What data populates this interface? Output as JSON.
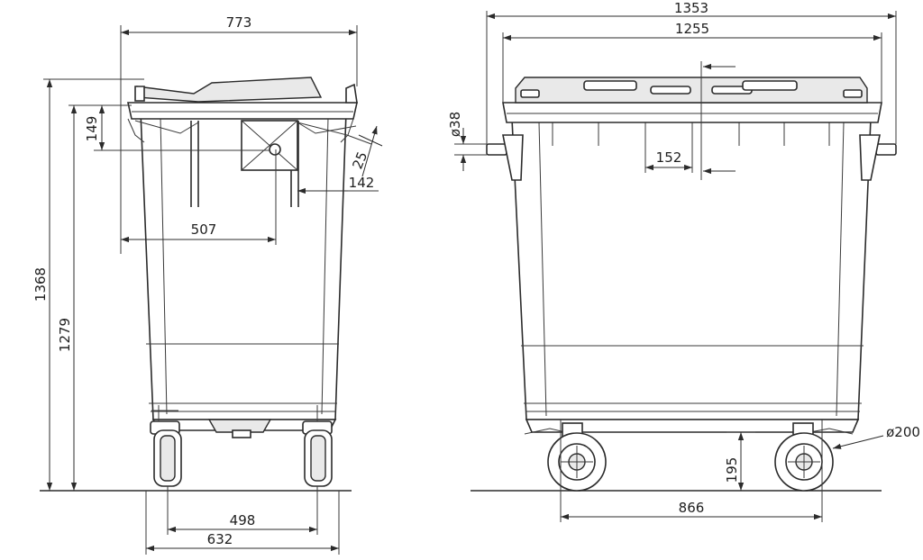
{
  "side_view": {
    "width_overall": "773",
    "height_overall": "1368",
    "height_rim": "1279",
    "lid_offset": "149",
    "pivot_offset": "507",
    "pin_size": "25",
    "pin_projection": "142",
    "wheel_track": "498",
    "base_width": "632"
  },
  "front_view": {
    "width_overall": "1353",
    "width_body": "1255",
    "trunnion_diameter": "ø38",
    "gap_width": "152",
    "wheel_height": "195",
    "wheel_diameter": "ø200",
    "wheel_base": "866"
  }
}
